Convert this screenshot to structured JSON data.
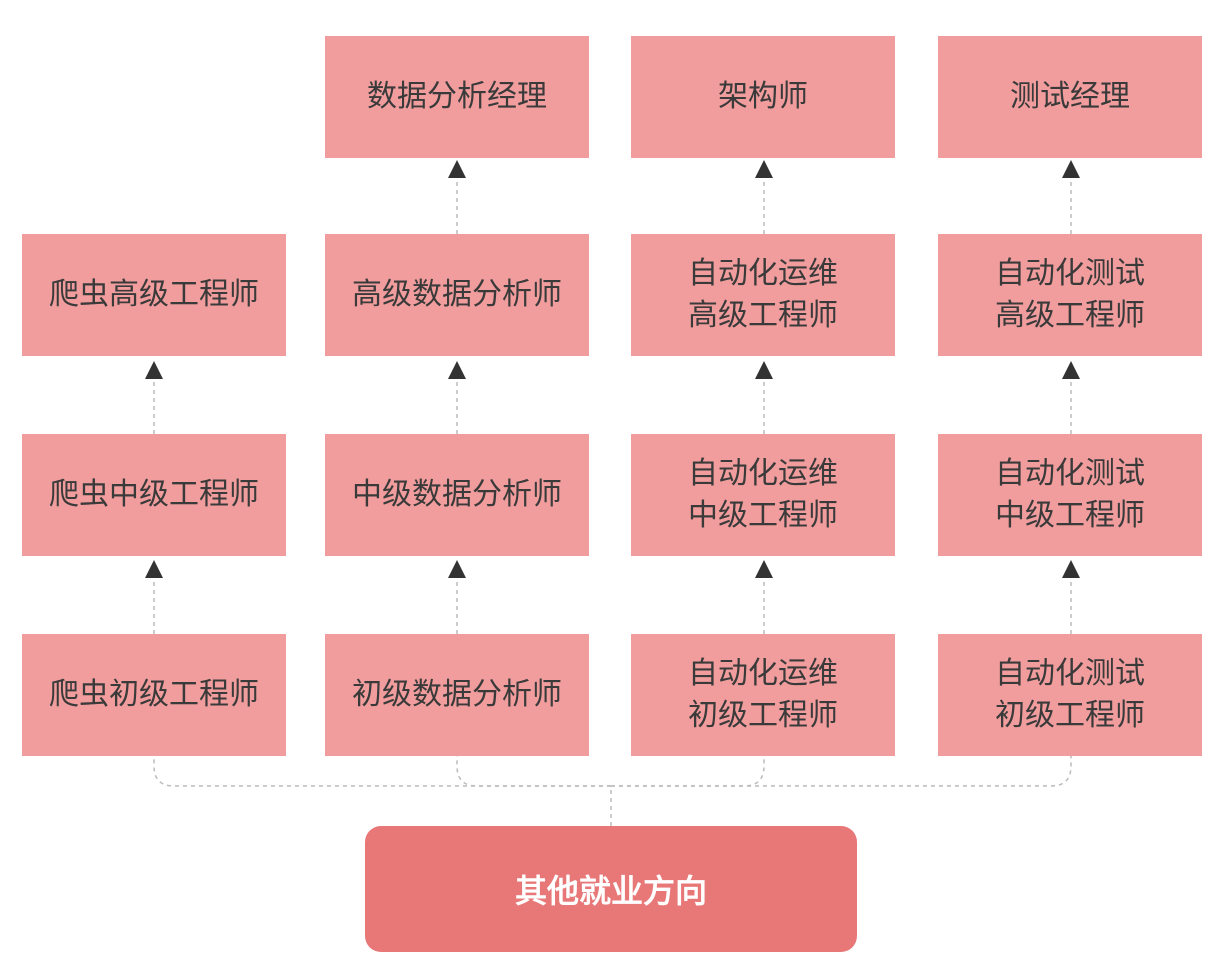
{
  "root": {
    "label": "其他就业方向"
  },
  "columns": [
    {
      "nodes": [
        {
          "lines": [
            "爬虫初级工程师"
          ]
        },
        {
          "lines": [
            "爬虫中级工程师"
          ]
        },
        {
          "lines": [
            "爬虫高级工程师"
          ]
        }
      ]
    },
    {
      "nodes": [
        {
          "lines": [
            "初级数据分析师"
          ]
        },
        {
          "lines": [
            "中级数据分析师"
          ]
        },
        {
          "lines": [
            "高级数据分析师"
          ]
        },
        {
          "lines": [
            "数据分析经理"
          ]
        }
      ]
    },
    {
      "nodes": [
        {
          "lines": [
            "自动化运维",
            "初级工程师"
          ]
        },
        {
          "lines": [
            "自动化运维",
            "中级工程师"
          ]
        },
        {
          "lines": [
            "自动化运维",
            "高级工程师"
          ]
        },
        {
          "lines": [
            "架构师"
          ]
        }
      ]
    },
    {
      "nodes": [
        {
          "lines": [
            "自动化测试",
            "初级工程师"
          ]
        },
        {
          "lines": [
            "自动化测试",
            "中级工程师"
          ]
        },
        {
          "lines": [
            "自动化测试",
            "高级工程师"
          ]
        },
        {
          "lines": [
            "测试经理"
          ]
        }
      ]
    }
  ],
  "colors": {
    "node_fill": "#f29d9d",
    "root_fill": "#e87878",
    "connector": "#bbbbbb",
    "arrow": "#333333"
  }
}
